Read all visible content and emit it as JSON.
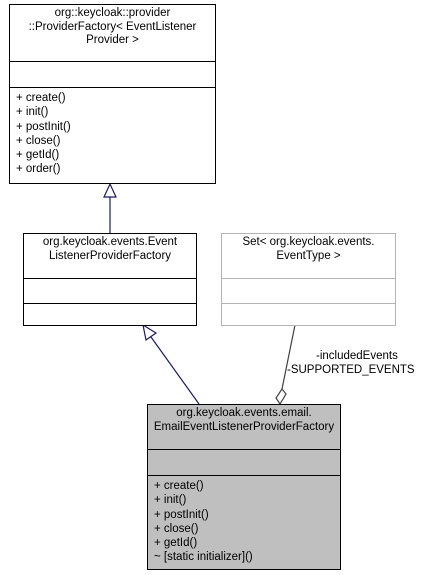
{
  "diagram": {
    "provider_factory": {
      "title_lines": [
        "org::keycloak::provider",
        "::ProviderFactory< EventListener",
        "Provider >"
      ],
      "operations": [
        "+ create()",
        "+ init()",
        "+ postInit()",
        "+ close()",
        "+ getId()",
        "+ order()"
      ]
    },
    "event_listener_factory": {
      "title_lines": [
        "org.keycloak.events.Event",
        "ListenerProviderFactory"
      ]
    },
    "event_type_set": {
      "title_lines": [
        "Set< org.keycloak.events.",
        "EventType >"
      ]
    },
    "email_factory": {
      "title_lines": [
        "org.keycloak.events.email.",
        "EmailEventListenerProviderFactory"
      ],
      "operations": [
        "+ create()",
        "+ init()",
        "+ postInit()",
        "+ close()",
        "+ getId()",
        "~ [static initializer]()"
      ]
    },
    "association_labels": [
      "-includedEvents",
      "-SUPPORTED_EVENTS"
    ],
    "colors": {
      "inherit_edge": "#191970",
      "assoc_edge": "#404040",
      "highlight_fill": "#bfbfbf",
      "muted_border": "#b4b4b4"
    }
  }
}
